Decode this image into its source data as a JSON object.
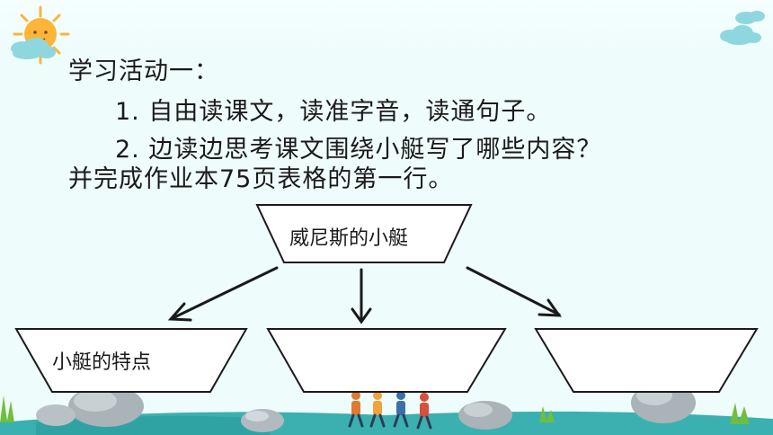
{
  "activity": {
    "heading": "学习活动一：",
    "item1": "1. 自由读课文，读准字音，读通句子。",
    "item2_line1": "2. 边读边思考课文围绕小艇写了哪些内容？",
    "item2_line2": "并完成作业本75页表格的第一行。"
  },
  "diagram": {
    "top_box": "威尼斯的小艇",
    "left_box": "小艇的特点",
    "middle_box": "",
    "right_box": ""
  },
  "colors": {
    "background": "#eefcfb",
    "text": "#1a1a1a",
    "sun": "#fcb538",
    "cloud": "#8ed7de",
    "ground": "#3ab1b0"
  }
}
